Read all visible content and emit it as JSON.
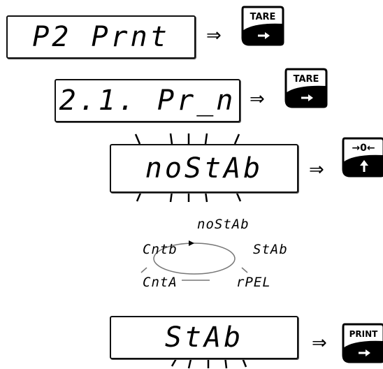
{
  "steps": [
    {
      "display": "P2 Prnt",
      "key": "TARE",
      "key_icon": "arrow-right-icon"
    },
    {
      "display": "2.1. Pr_n",
      "key": "TARE",
      "key_icon": "arrow-right-icon"
    },
    {
      "display": "noStAb",
      "key": "→0←",
      "key_icon": "arrow-up-icon",
      "blinking": true
    },
    {
      "display": "StAb",
      "key": "PRINT",
      "key_icon": "arrow-right-icon",
      "blinking": true
    }
  ],
  "arrow_symbol": "⇒",
  "cycle": [
    "noStAb",
    "StAb",
    "rPEL",
    "CntA",
    "Cntb"
  ]
}
